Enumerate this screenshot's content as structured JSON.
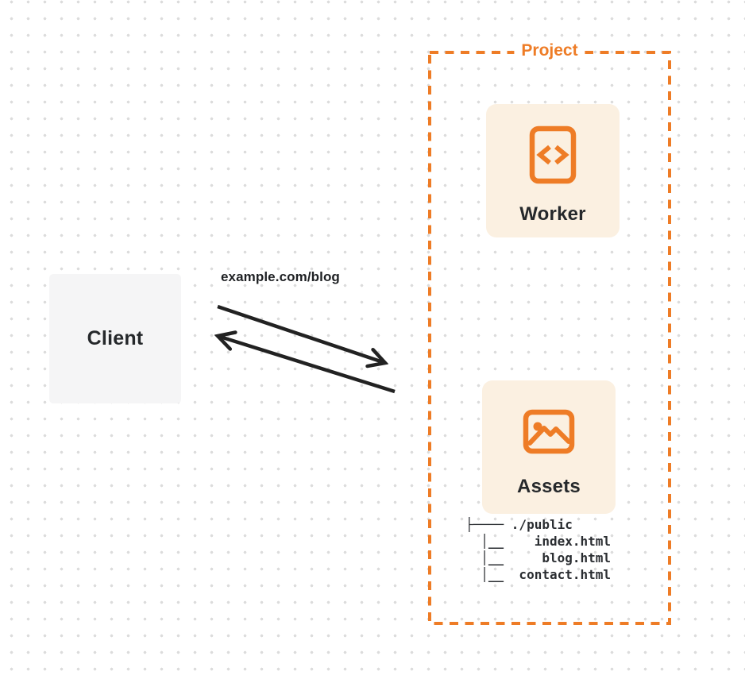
{
  "colors": {
    "accent": "#EE7C26",
    "card_bg": "#FBF0E1",
    "client_bg": "#F5F5F6",
    "text": "#25282B",
    "arrow": "#222222",
    "dot": "#DCDCDC"
  },
  "client": {
    "label": "Client"
  },
  "request": {
    "label": "example.com/blog"
  },
  "project": {
    "title": "Project",
    "worker": {
      "label": "Worker",
      "icon": "code-file-icon"
    },
    "assets": {
      "label": "Assets",
      "icon": "image-icon",
      "file_tree": {
        "root": "./public",
        "files": [
          "index.html",
          "blog.html",
          "contact.html"
        ],
        "text": "├──── ./public\n  │__    index.html\n  │__     blog.html\n  │__  contact.html"
      }
    }
  }
}
